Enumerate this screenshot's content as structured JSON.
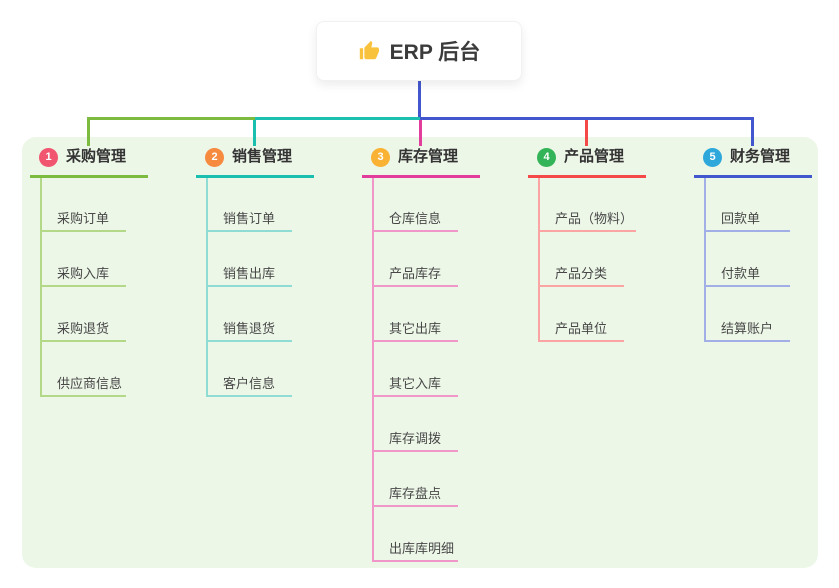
{
  "root": {
    "label": "ERP 后台",
    "icon": "thumbs-up-icon",
    "icon_color": "#F9C23C",
    "stem_color": "#4257CE"
  },
  "panel": {
    "bg_color": "#EDF7E8"
  },
  "branches": [
    {
      "badge": "1",
      "badge_color": "#F1556F",
      "label": "采购管理",
      "color": "#7CBB3F",
      "color_light": "#B3D887",
      "children": [
        "采购订单",
        "采购入库",
        "采购退货",
        "供应商信息"
      ]
    },
    {
      "badge": "2",
      "badge_color": "#F68A3F",
      "label": "销售管理",
      "color": "#1ABFB0",
      "color_light": "#8EDCD4",
      "children": [
        "销售订单",
        "销售出库",
        "销售退货",
        "客户信息"
      ]
    },
    {
      "badge": "3",
      "badge_color": "#F9B234",
      "label": "库存管理",
      "color": "#E23C9C",
      "color_light": "#F096C8",
      "children": [
        "仓库信息",
        "产品库存",
        "其它出库",
        "其它入库",
        "库存调拨",
        "库存盘点",
        "出库库明细"
      ]
    },
    {
      "badge": "4",
      "badge_color": "#34B458",
      "label": "产品管理",
      "color": "#F54848",
      "color_light": "#FAA4A4",
      "children": [
        "产品（物料）",
        "产品分类",
        "产品单位"
      ]
    },
    {
      "badge": "5",
      "badge_color": "#2EA8DB",
      "label": "财务管理",
      "color": "#4257CE",
      "color_light": "#A2AFE6",
      "children": [
        "回款单",
        "付款单",
        "结算账户"
      ]
    }
  ]
}
